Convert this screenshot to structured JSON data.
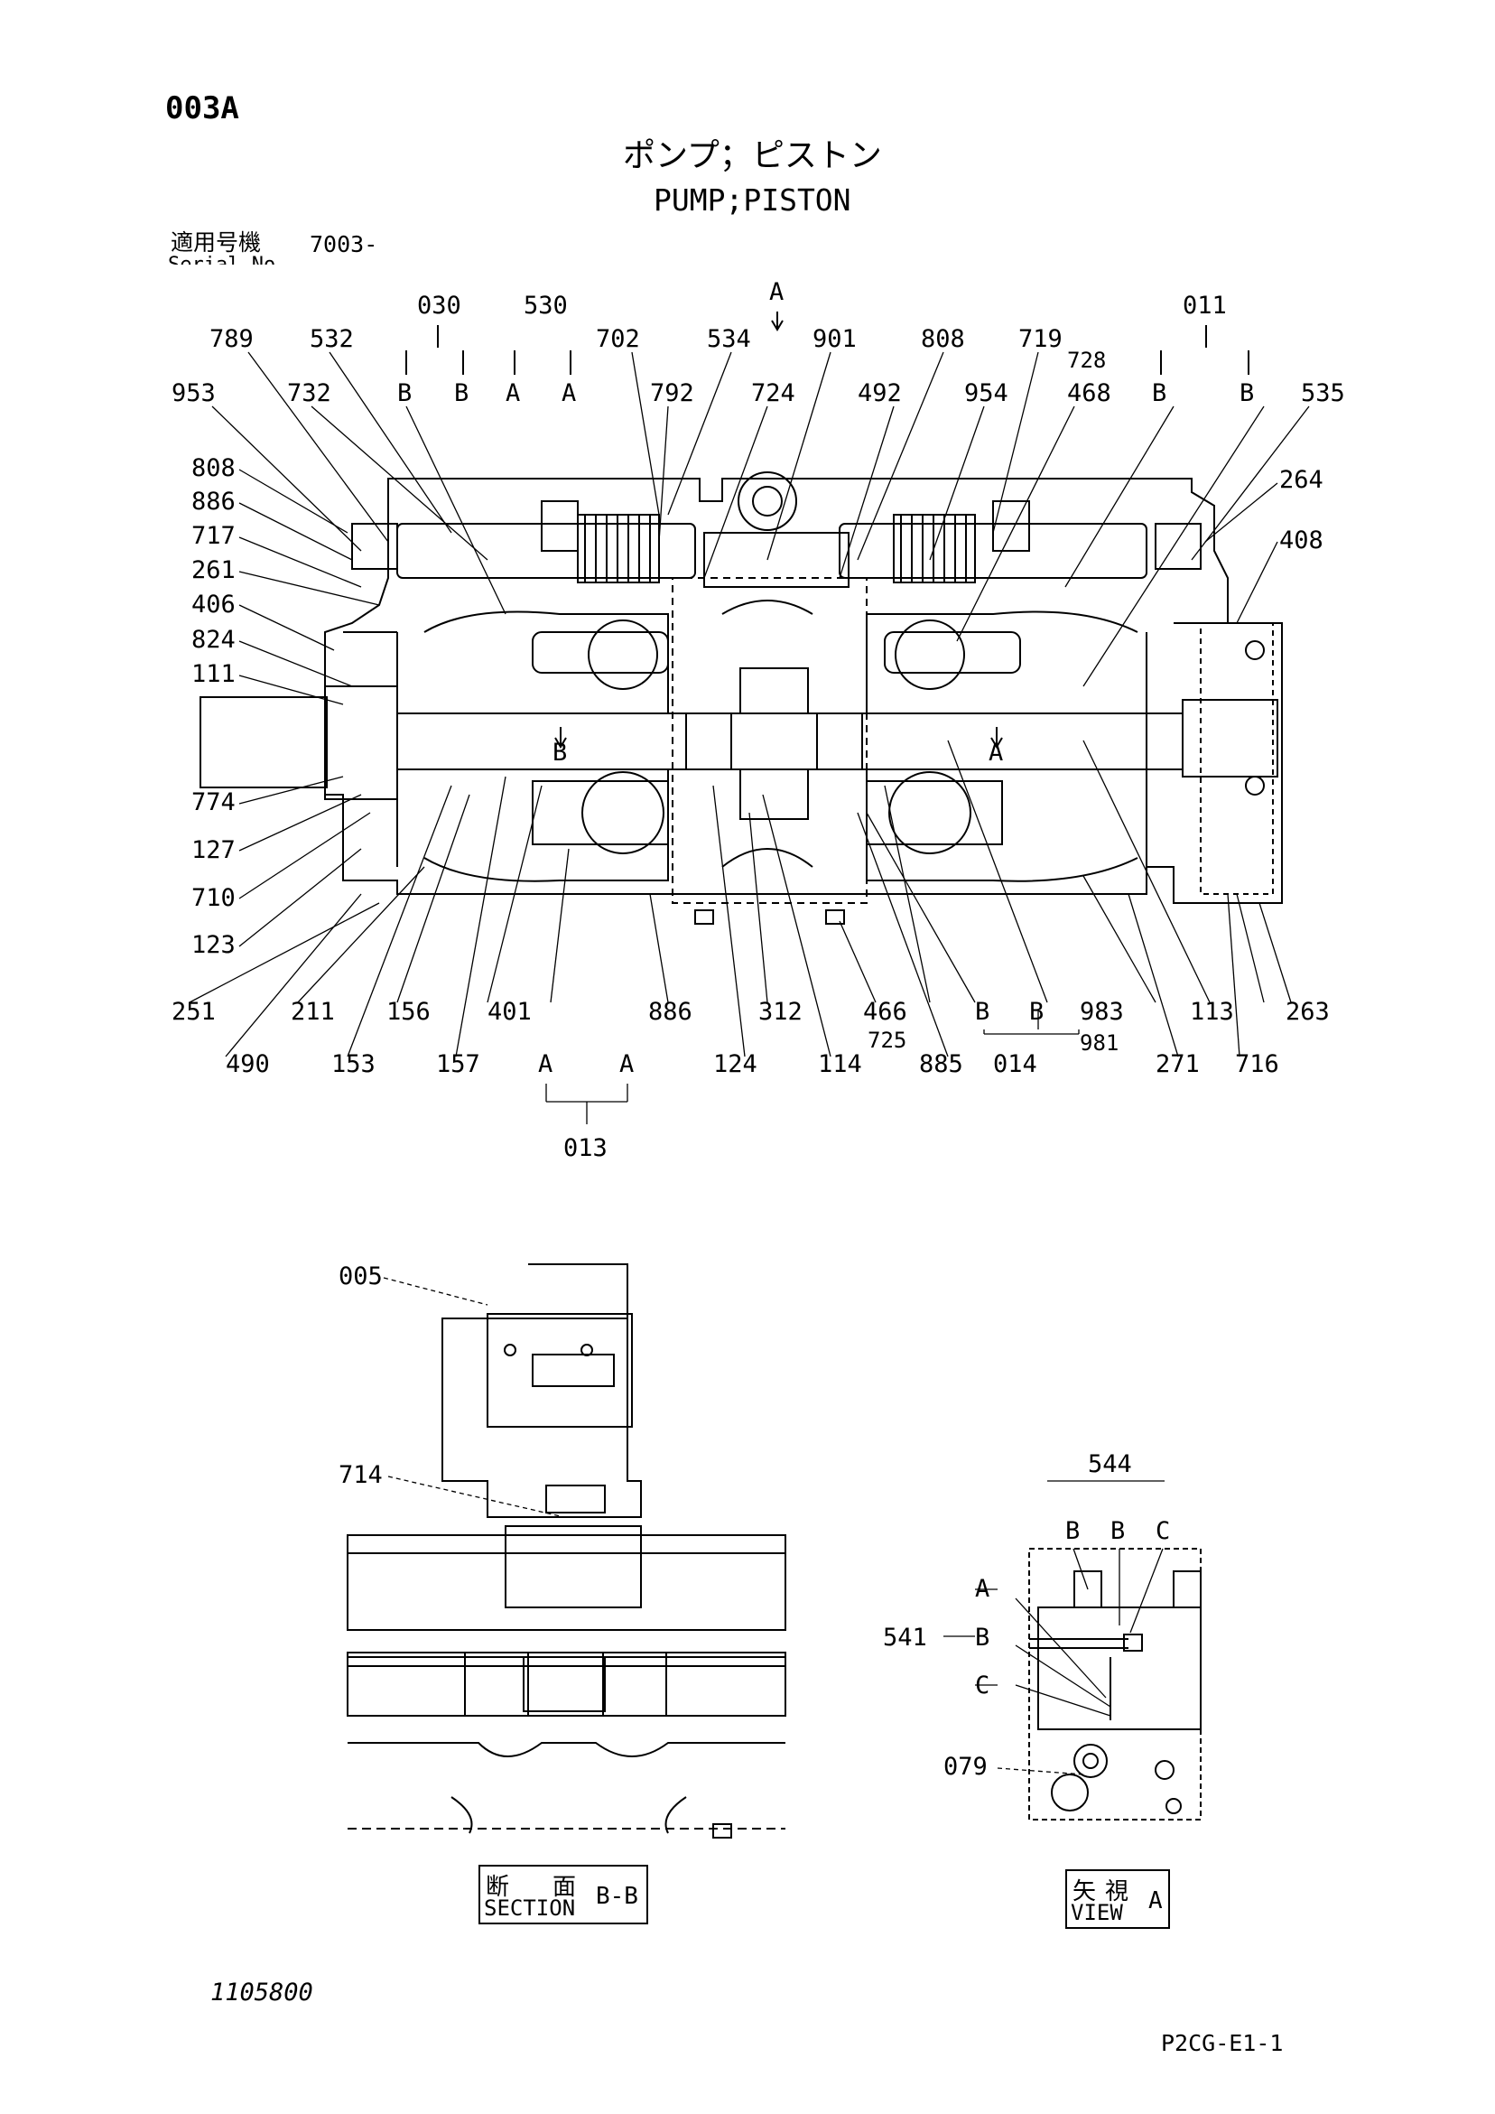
{
  "header": {
    "group_code": "003A",
    "title_jp": "ポンプ；ピストン",
    "title_en": "PUMP;PISTON",
    "serial_label_jp": "適用号機",
    "serial_value": "7003-",
    "serial_label_en": "Serial No."
  },
  "callouts": [
    "030",
    "530",
    "011",
    "789",
    "532",
    "702",
    "534",
    "901",
    "808",
    "719",
    "728",
    "953",
    "732",
    "792",
    "724",
    "492",
    "954",
    "468",
    "535",
    "808",
    "886",
    "717",
    "261",
    "406",
    "824",
    "111",
    "264",
    "408",
    "774",
    "127",
    "710",
    "123",
    "251",
    "211",
    "156",
    "401",
    "886",
    "312",
    "466",
    "885",
    "983",
    "113",
    "263",
    "490",
    "153",
    "157",
    "124",
    "114",
    "725",
    "014",
    "981",
    "271",
    "716",
    "013",
    "005",
    "714",
    "544",
    "541",
    "079"
  ],
  "view_letters": [
    "A",
    "B",
    "B",
    "A",
    "A",
    "B",
    "B",
    "B",
    "A",
    "B",
    "B",
    "A",
    "A",
    "B",
    "B",
    "C",
    "A",
    "B",
    "C",
    "A"
  ],
  "section_label": {
    "jp_1": "断",
    "jp_2": "面",
    "en": "SECTION",
    "suffix": "B-B"
  },
  "view_label": {
    "jp_1": "矢",
    "jp_2": "視",
    "en": "VIEW",
    "suffix": "A"
  },
  "footer": {
    "drawing_number": "1105800",
    "page_code": "P2CG-E1-1"
  }
}
